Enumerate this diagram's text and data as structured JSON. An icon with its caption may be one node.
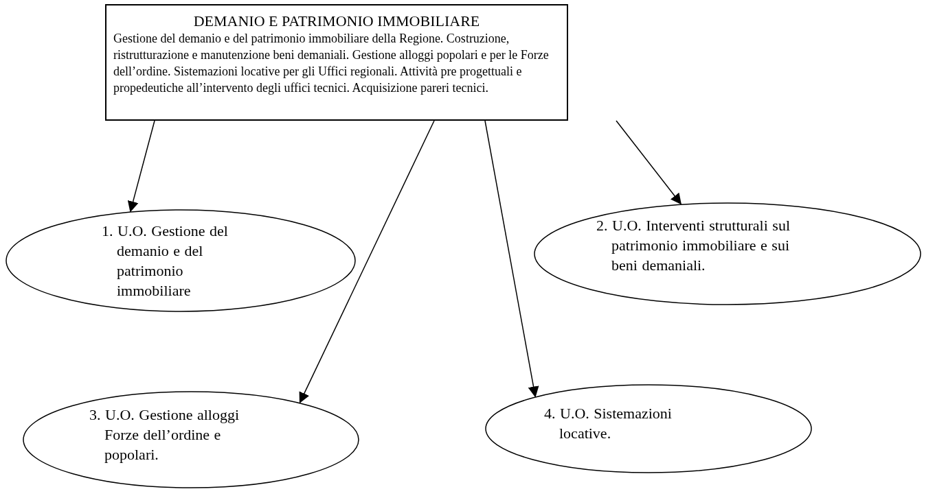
{
  "diagram": {
    "nodes": [
      {
        "text": [
          "DEMANIO E PATRIMONIO IMMOBILIARE",
          "Gestione del demanio e del patrimonio immobiliare della Regione. Costruzione, ristrutturazione e manutenzione beni demaniali. Gestione alloggi popolari e per le Forze dell’ordine. Sistemazioni locative per gli Uffici regionali. Attività pre progettuali e propedeutiche all’intervento degli uffici tecnici. Acquisizione pareri tecnici."
        ]
      },
      {
        "text": [
          "1. U.O. Gestione del demanio e del patrimonio immobiliare"
        ]
      },
      {
        "text": [
          "2. U.O. Interventi strutturali sul patrimonio immobiliare e sui beni demaniali."
        ]
      },
      {
        "text": [
          "3. U.O. Gestione alloggi Forze dell’ordine e popolari."
        ]
      },
      {
        "text": [
          "4. U.O. Sistemazioni locative."
        ]
      }
    ],
    "edges": [
      {
        "from": 0,
        "to": 1,
        "arrow": "to"
      },
      {
        "from": 0,
        "to": 3,
        "arrow": "to"
      },
      {
        "from": 0,
        "to": 4,
        "arrow": "to"
      },
      {
        "from": 0,
        "to": 2,
        "arrow": "to"
      }
    ]
  }
}
